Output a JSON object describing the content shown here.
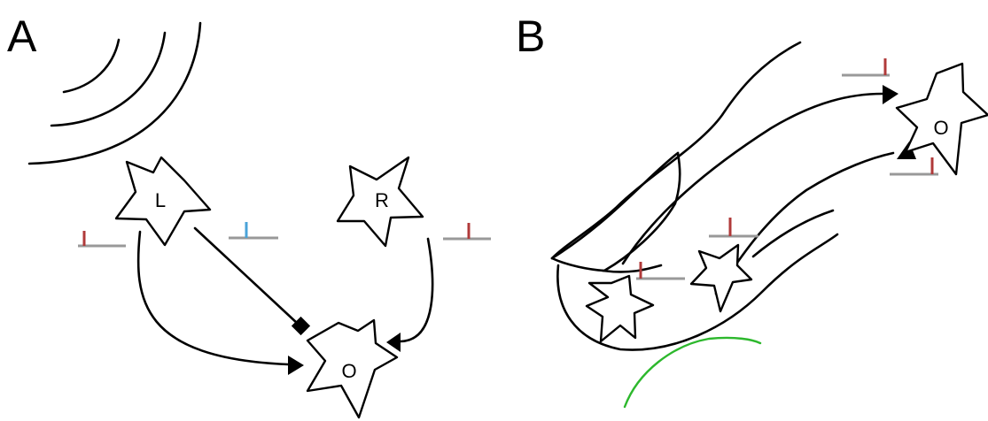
{
  "panels": {
    "a": {
      "label": "A"
    },
    "b": {
      "label": "B"
    }
  },
  "cells": {
    "left": "L",
    "right": "R",
    "output_a": "O",
    "output_b": "O"
  },
  "colors": {
    "inhibitory_spike": "#4aa3d8",
    "excitatory_spike": "#b03a3a",
    "baseline": "#999999",
    "contour": "#2db82d"
  }
}
